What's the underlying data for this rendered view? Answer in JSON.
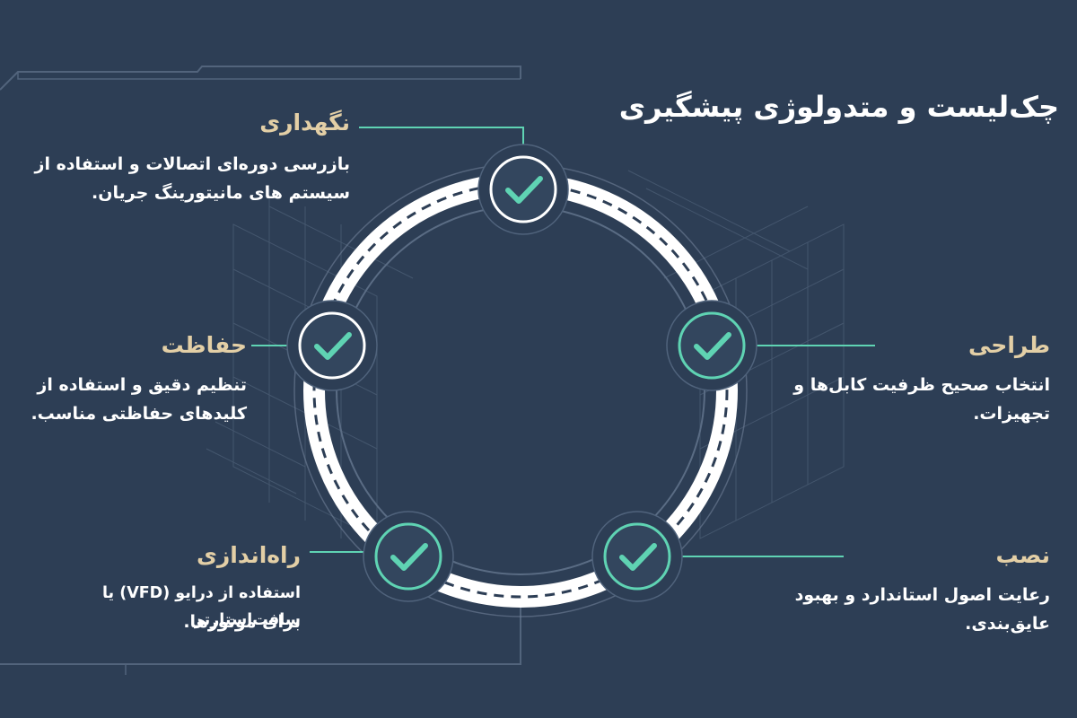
{
  "page": {
    "title": "چک‌لیست و متدولوژی پیشگیری"
  },
  "steps": [
    {
      "title": "نگهداری",
      "line1": "بازرسی دوره‌ای اتصالات و استفاده از",
      "line2": "سیستم های مانیتورینگ جریان."
    },
    {
      "title": "طراحی",
      "line1": "انتخاب صحیح ظرفیت کابل‌ها و",
      "line2": "تجهیزات."
    },
    {
      "title": "نصب",
      "line1": "رعایت اصول استاندارد و بهبود",
      "line2": "عایق‌بندی."
    },
    {
      "title": "راه‌اندازی",
      "line1": "استفاده از درایو (VFD) یا سافت‌استارتر",
      "line2": "برای موتورها."
    },
    {
      "title": "حفاظت",
      "line1": "تنظیم دقیق و استفاده از",
      "line2": "کلیدهای حفاظتی مناسب."
    }
  ],
  "icons": {
    "node": "check-icon"
  },
  "colors": {
    "background": "#2d3e55",
    "ring": "#ffffff",
    "accent": "#5fd3b3",
    "heading": "#e3cfa6",
    "grid": "#4a5c74"
  }
}
